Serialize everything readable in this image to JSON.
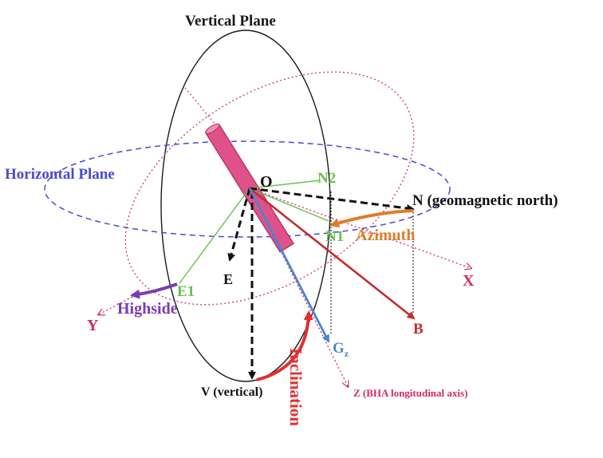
{
  "labels": {
    "vertical_plane": "Vertical Plane",
    "horizontal_plane": "Horizontal Plane",
    "origin": "O",
    "n2": "N2",
    "n": "N (geomagnetic north)",
    "azimuth": "Azimuth",
    "n1": "N1",
    "x": "X",
    "e1": "E1",
    "e": "E",
    "y": "Y",
    "highside": "Highside",
    "b": "B",
    "g": "G",
    "g_sub": "z",
    "v": "V (vertical)",
    "inclination": "Inclination",
    "z": "Z (BHA longitudinal axis)"
  },
  "colors": {
    "vertical_plane": "#1a1a1a",
    "horizontal_plane": "#4a4ad0",
    "tool_plane": "#d0407a",
    "tool_body": "#e0508a",
    "north": "#111111",
    "n1_n2": "#66c24a",
    "azimuth": "#e07b2a",
    "x_axis": "#d02a6a",
    "highside": "#7a3cb0",
    "y_axis": "#d02a6a",
    "b_vector": "#c0302a",
    "g_vector": "#4a86cc",
    "inclination": "#e03030",
    "z_axis": "#d02a6a"
  }
}
